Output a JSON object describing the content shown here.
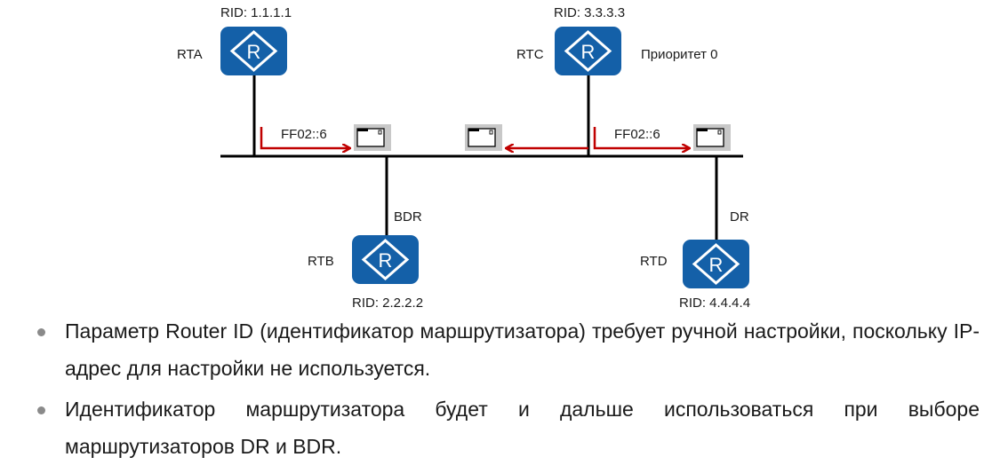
{
  "routers": [
    {
      "name": "RTA",
      "rid": "RID: 1.1.1.1",
      "note": ""
    },
    {
      "name": "RTB",
      "rid": "RID: 2.2.2.2",
      "role": "BDR"
    },
    {
      "name": "RTC",
      "rid": "RID: 3.3.3.3",
      "note": "Приоритет 0"
    },
    {
      "name": "RTD",
      "rid": "RID: 4.4.4.4",
      "role": "DR"
    }
  ],
  "router_icon_letter": "R",
  "multicast": {
    "left": "FF02::6",
    "right": "FF02::6"
  },
  "colors": {
    "router": "#1460a8",
    "arrow": "#c00000",
    "packet_bg": "#c8c8c8",
    "bullet": "#8a8a8a"
  },
  "bullets": [
    "Параметр Router ID (идентификатор маршрутизатора) требует ручной настройки, поскольку IP-адрес для настройки не используется.",
    "Идентификатор маршрутизатора будет и дальше использоваться при выборе маршрутизаторов DR и BDR."
  ]
}
